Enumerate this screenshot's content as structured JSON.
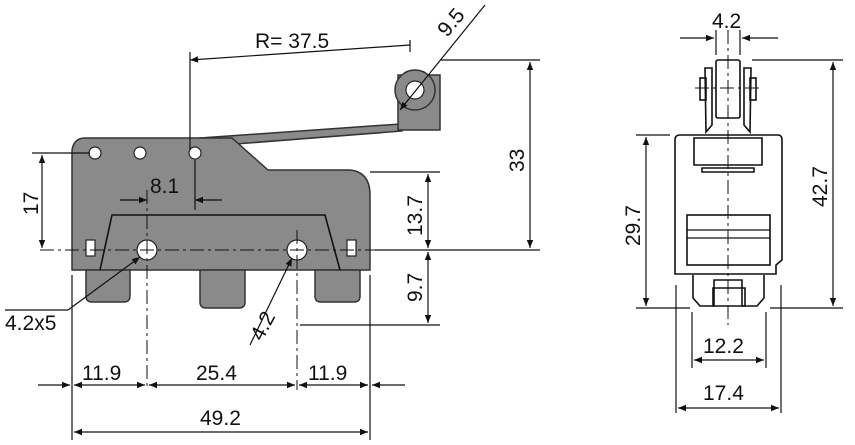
{
  "front_view": {
    "dimensions": {
      "radius": "R= 37.5",
      "roller_dia": "9.5",
      "height_total": "33",
      "height_left": "17",
      "hole_offset": "8.1",
      "height_upper": "13.7",
      "height_lower": "9.7",
      "hole_spec": "4.2x5",
      "hole_dia": "4.2",
      "left_margin": "11.9",
      "hole_spacing": "25.4",
      "right_margin": "11.9",
      "total_length": "49.2"
    }
  },
  "side_view": {
    "dimensions": {
      "roller_width": "4.2",
      "total_height": "42.7",
      "body_height": "29.7",
      "inner_width": "12.2",
      "total_width": "17.4"
    }
  },
  "colors": {
    "body": "#8a8a8a",
    "line": "#111111"
  }
}
